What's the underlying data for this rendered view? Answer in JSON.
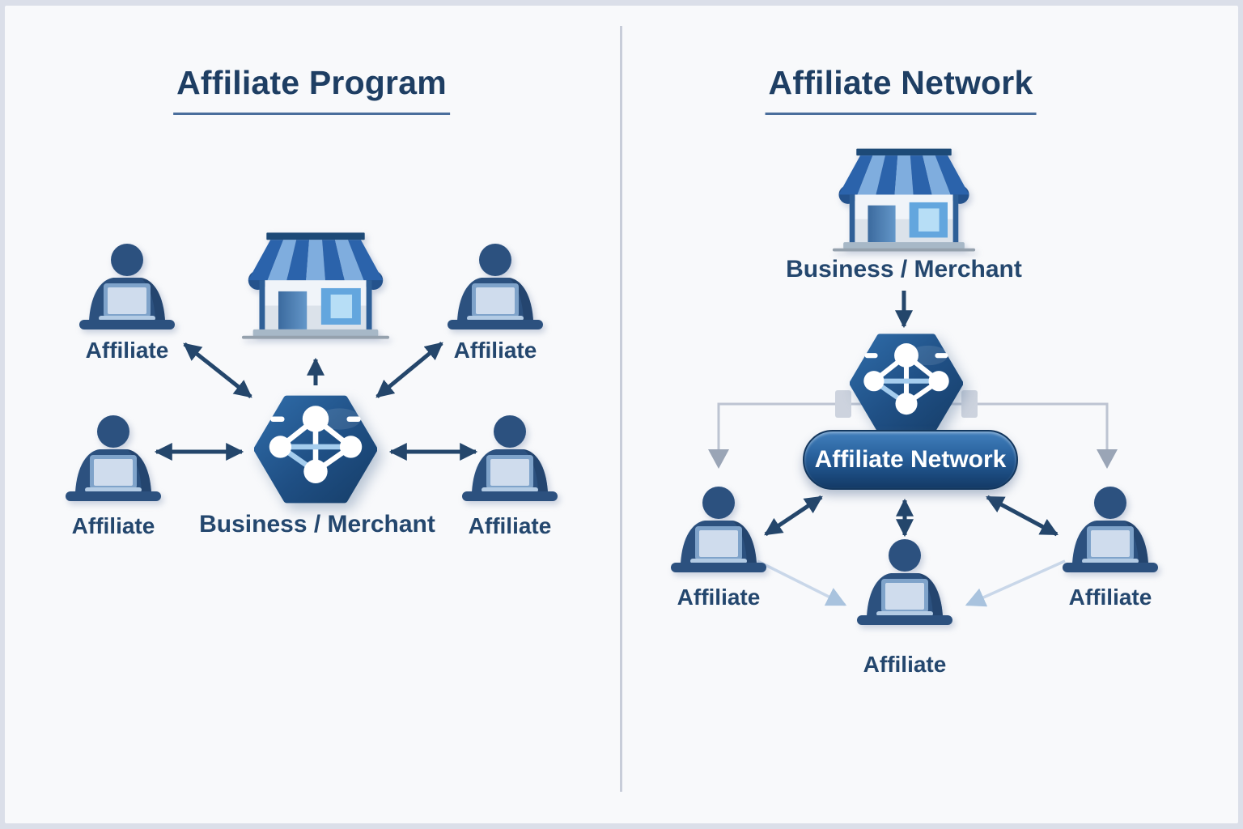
{
  "colors": {
    "background": "#f8f9fb",
    "frame": "#dbdfe9",
    "divider": "#c8cdd9",
    "heading_text": "#1e3e63",
    "label_text": "#24476e",
    "arrow_dark": "#24466b",
    "arrow_light": "#c9d7e9",
    "connector_gray": "#bdc4d2",
    "pill_background": "#1b4a7e",
    "pill_text": "#ffffff"
  },
  "icons": {
    "storefront": "storefront-icon",
    "network_hexagon": "network-hexagon-icon",
    "affiliate_person": "person-laptop-icon"
  },
  "panels": {
    "left": {
      "title": "Affiliate Program",
      "merchant_label": "Business / Merchant",
      "affiliate_labels": [
        "Affiliate",
        "Affiliate",
        "Affiliate",
        "Affiliate"
      ]
    },
    "right": {
      "title": "Affiliate Network",
      "merchant_label": "Business / Merchant",
      "network_pill_label": "Affiliate Network",
      "affiliate_labels": [
        "Affiliate",
        "Affiliate",
        "Affiliate"
      ]
    }
  }
}
